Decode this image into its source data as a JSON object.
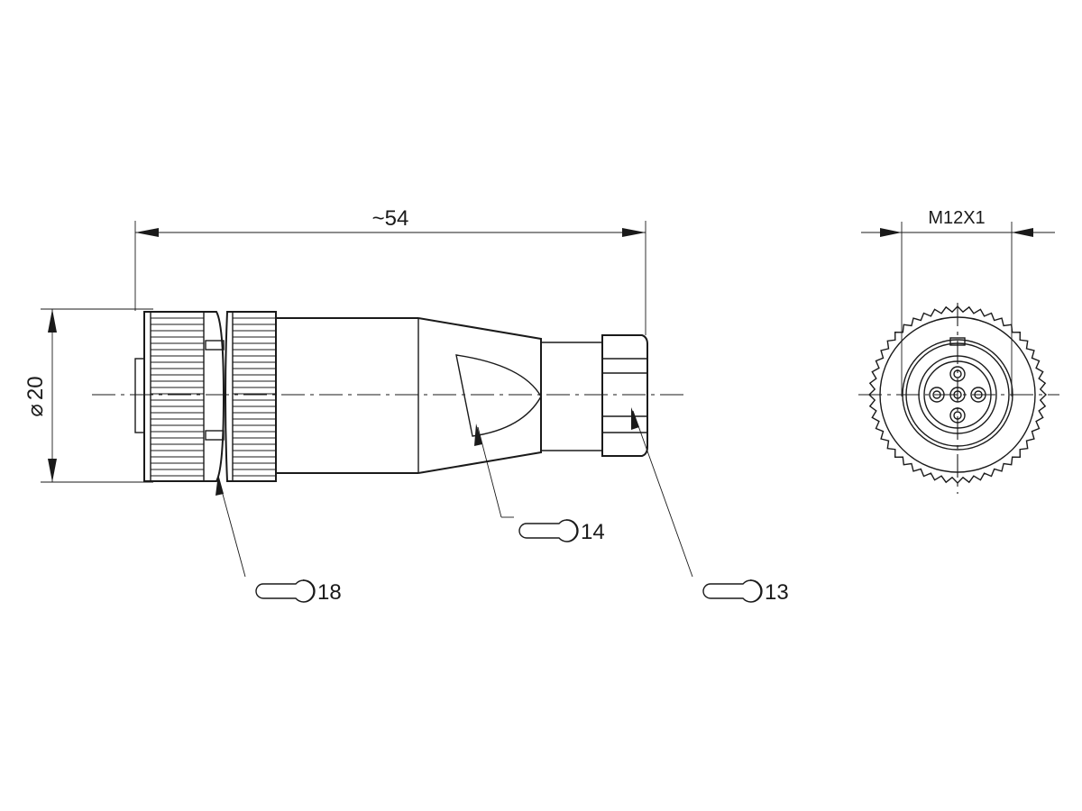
{
  "dimensions": {
    "length": "~54",
    "diameter_symbol": "⌀",
    "diameter_value": "20",
    "thread": "M12X1"
  },
  "callouts": [
    {
      "number": "18",
      "icon": "wrench-icon"
    },
    {
      "number": "14",
      "icon": "wrench-icon"
    },
    {
      "number": "13",
      "icon": "wrench-icon"
    }
  ],
  "colors": {
    "line": "#1a1a1a",
    "background": "#ffffff"
  }
}
